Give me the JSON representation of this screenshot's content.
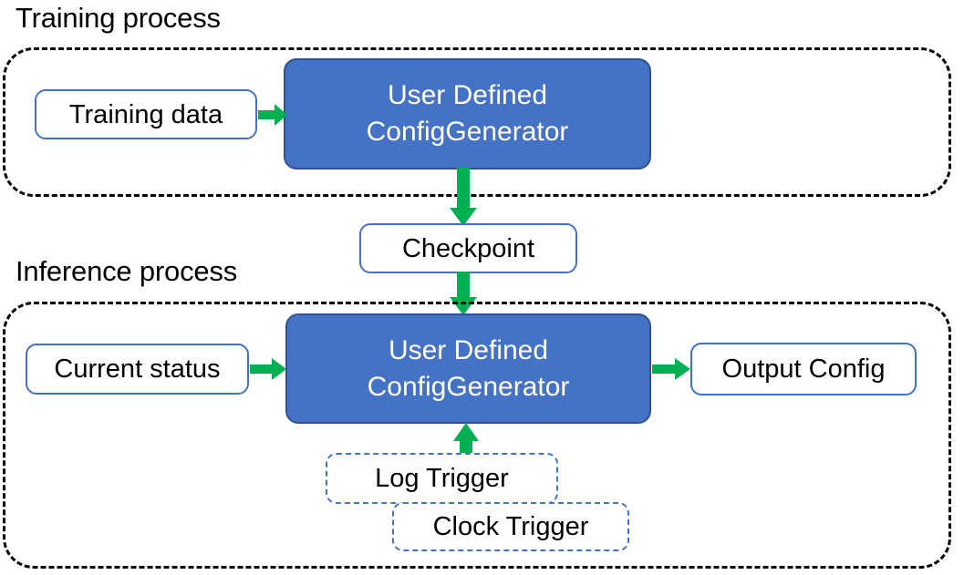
{
  "diagram": {
    "title_training": "Training process",
    "title_inference": "Inference process",
    "colors": {
      "process_blue": "#4472C4",
      "process_blue_border": "#2F528F",
      "arrow_green": "#00B050",
      "container_dash": "#000000",
      "box_border_blue": "#4472C4",
      "text_dark": "#000000",
      "text_light": "#FFFFFF",
      "background": "#FFFFFF"
    }
  },
  "training": {
    "label": "Training process",
    "input_box": "Training data",
    "process_box": {
      "line1": "User Defined",
      "line2": "ConfigGenerator"
    }
  },
  "bridge": {
    "checkpoint": "Checkpoint"
  },
  "inference": {
    "label": "Inference process",
    "input_box": "Current status",
    "process_box": {
      "line1": "User Defined",
      "line2": "ConfigGenerator"
    },
    "output_box": "Output Config",
    "triggers": [
      {
        "label": "Log Trigger"
      },
      {
        "label": "Clock Trigger"
      }
    ]
  },
  "arrows": [
    {
      "name": "training-data-to-generator",
      "direction": "right"
    },
    {
      "name": "training-generator-to-checkpoint",
      "direction": "down"
    },
    {
      "name": "checkpoint-to-inference-generator",
      "direction": "down"
    },
    {
      "name": "current-status-to-generator",
      "direction": "right"
    },
    {
      "name": "generator-to-output-config",
      "direction": "right"
    },
    {
      "name": "log-trigger-to-generator",
      "direction": "up"
    }
  ]
}
